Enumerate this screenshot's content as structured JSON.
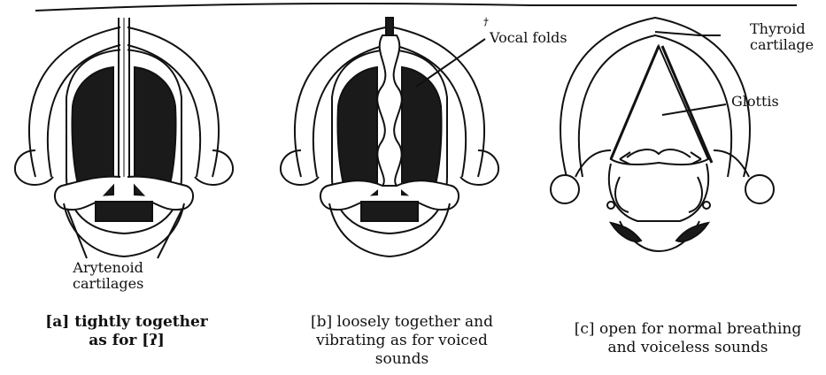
{
  "labels": {
    "thyroid": [
      "Thyroid",
      "cartilage"
    ],
    "vocal_folds": "Vocal folds",
    "glottis": "Glottis",
    "arytenoid": [
      "Arytenoid",
      "cartilages"
    ],
    "stray_mark": "ﾅ"
  },
  "captions": {
    "a": [
      "[a] tightly together",
      "as for [ʔ]"
    ],
    "b": [
      "[b] loosely together and",
      "vibrating as for voiced",
      "sounds"
    ],
    "c": [
      "[c] open for normal breathing",
      "and voiceless sounds"
    ]
  },
  "colors": {
    "ink": "#111111",
    "fill_dark": "#1a1a1a",
    "paper": "#ffffff"
  }
}
